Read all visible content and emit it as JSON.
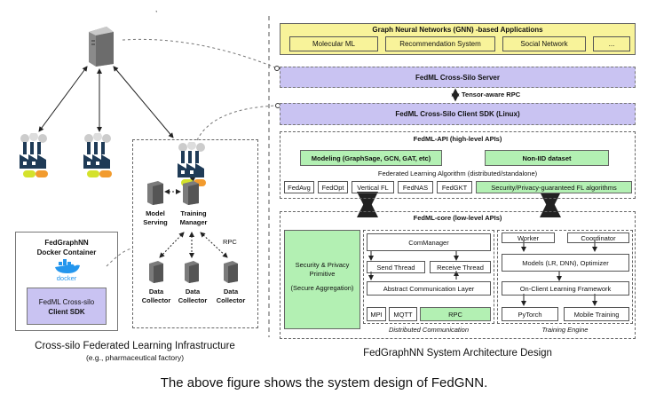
{
  "gnn_apps": {
    "title": "Graph Neural Networks (GNN) -based Applications",
    "items": [
      "Molecular ML",
      "Recommendation System",
      "Social Network",
      "..."
    ]
  },
  "server": {
    "label": "FedML Cross-Silo Server"
  },
  "rpc_label": "Tensor-aware RPC",
  "client_sdk": {
    "label": "FedML Cross-Silo Client SDK (Linux)"
  },
  "api": {
    "title": "FedML-API (high-level APIs)",
    "modeling": "Modeling (GraphSage, GCN, GAT, etc)",
    "noniid": "Non-IID dataset",
    "fla_title": "Federated Learning Algorithm (distributed/standalone)",
    "algos": [
      "FedAvg",
      "FedOpt",
      "Vertical FL",
      "FedNAS",
      "FedGKT"
    ],
    "security_algos": "Security/Privacy-guaranteed FL algorithms"
  },
  "core": {
    "title": "FedML-core (low-level APIs)",
    "security_l1": "Security & Privacy",
    "security_l2": "Primitive",
    "security_l3": "(Secure Aggregation)",
    "com_manager": "ComManager",
    "send_thread": "Send Thread",
    "receive_thread": "Receive Thread",
    "abstract_layer": "Abstract Communication Layer",
    "protocols": [
      "MPI",
      "MQTT",
      "RPC"
    ],
    "dist_comm_caption": "Distributed Communication",
    "worker": "Worker",
    "coordinator": "Coordinator",
    "models": "Models (LR, DNN), Optimizer",
    "on_client": "On-Client Learning Framework",
    "pytorch": "PyTorch",
    "mobile": "Mobile Training",
    "engine_caption": "Training Engine"
  },
  "left": {
    "model_serving_l1": "Model",
    "model_serving_l2": "Serving",
    "training_manager_l1": "Training",
    "training_manager_l2": "Manager",
    "rpc": "RPC",
    "collector_l1": "Data",
    "collector_l2": "Collector",
    "fedgraphnn_l1": "FedGraphNN",
    "fedgraphnn_l2": "Docker Container",
    "docker": "docker",
    "client_l1": "FedML Cross-silo",
    "client_l2": "Client SDK"
  },
  "captions": {
    "left_main": "Cross-silo Federated Learning Infrastructure",
    "left_sub": "(e.g., pharmaceutical factory)",
    "right_main": "FedGraphNN System Architecture Design",
    "bottom": "The above figure shows the system design of FedGNN."
  },
  "colors": {
    "yellow": "#f8f39a",
    "purple": "#c9c3f2",
    "green": "#b3f0b3",
    "docker_blue": "#2496ed",
    "factory_dark": "#1f3b57"
  }
}
